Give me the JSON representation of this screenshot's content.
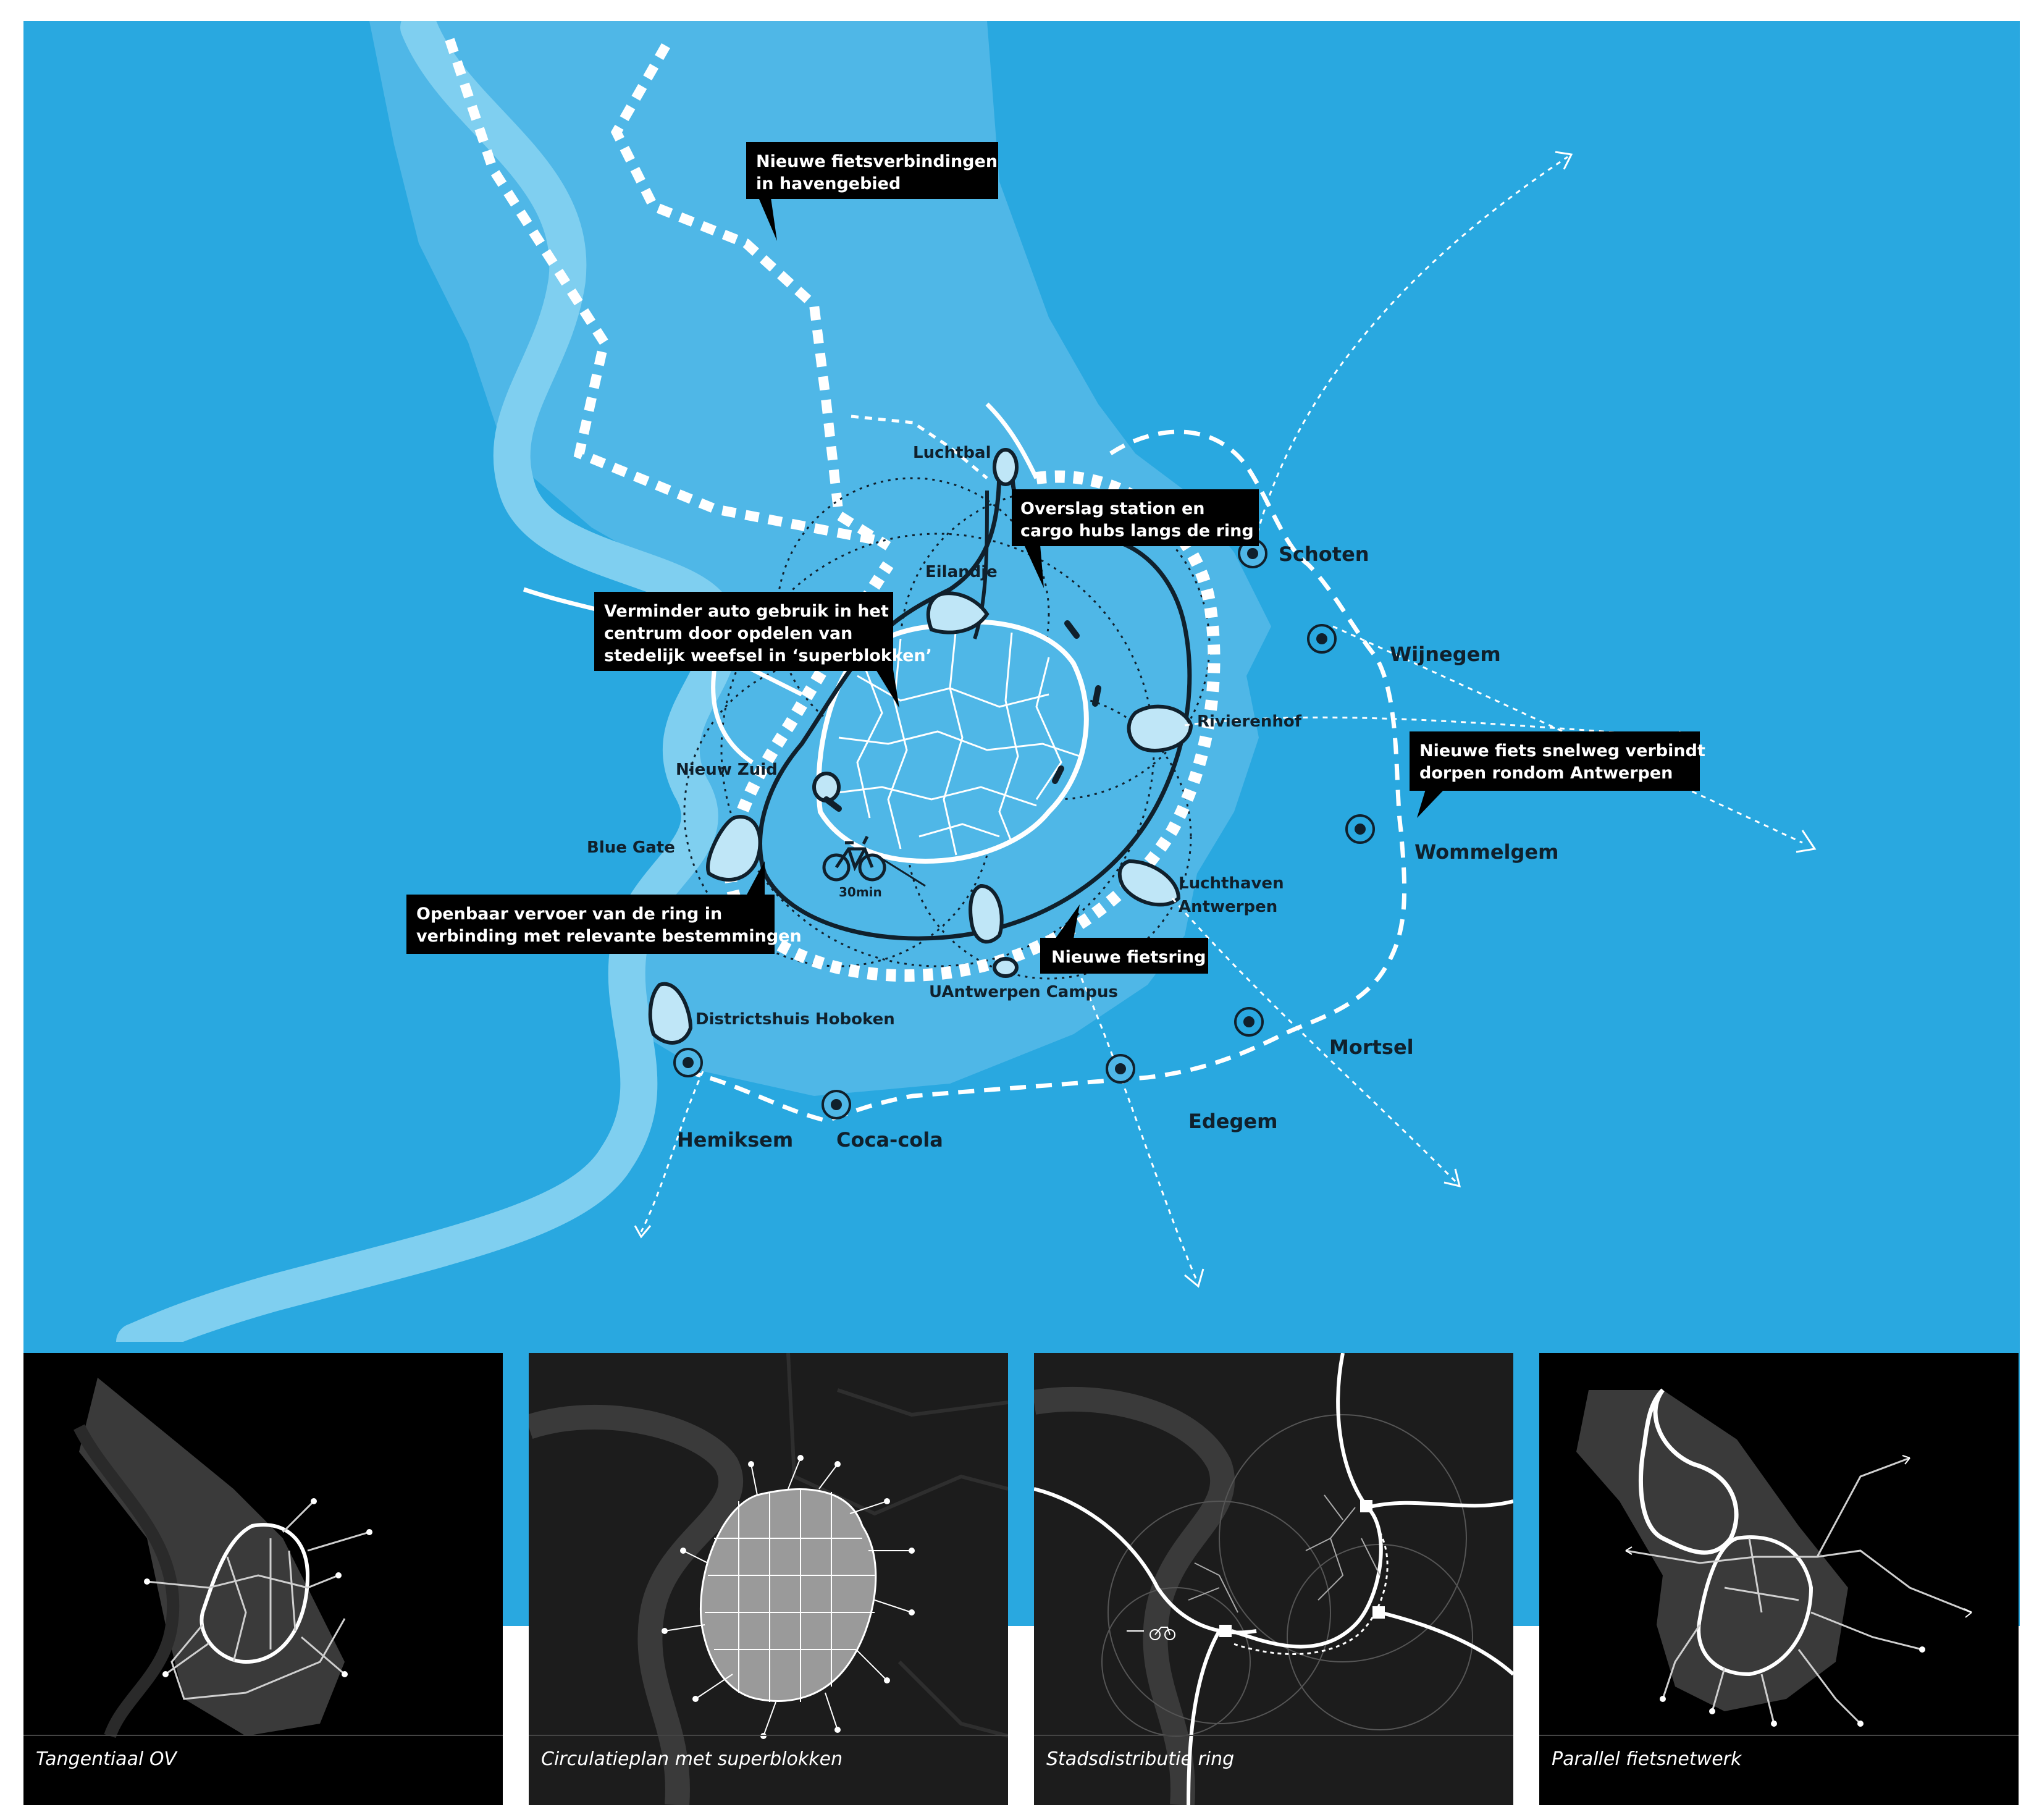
{
  "colors": {
    "water": "#29a8e0",
    "land": "#4fb7e7",
    "river": "#7fcff0",
    "ink": "#10202c",
    "white": "#ffffff",
    "panel_bg": "#000000"
  },
  "callouts": {
    "havengebied": [
      "Nieuwe fietsverbindingen",
      "in havengebied"
    ],
    "overslag": [
      "Overslag station en",
      "cargo hubs langs de ring"
    ],
    "superblokken": [
      "Verminder auto gebruik in het",
      "centrum door opdelen van",
      "stedelijk weefsel in ‘superblokken’"
    ],
    "fietssnelweg": [
      "Nieuwe fiets snelweg verbindt",
      "dorpen rondom Antwerpen"
    ],
    "openbaar_vervoer": [
      "Openbaar vervoer van de ring in",
      "verbinding met relevante bestemmingen"
    ],
    "fietsring": [
      "Nieuwe fietsring"
    ]
  },
  "places": {
    "luchtbal": "Luchtbal",
    "eilandje": "Eilandje",
    "rivierenhof": "Rivierenhof",
    "nieuw_zuid": "Nieuw Zuid",
    "blue_gate": "Blue Gate",
    "luchthaven": [
      "Luchthaven",
      "Antwerpen"
    ],
    "uantwerpen": "UAntwerpen Campus",
    "districtshuis": "Districtshuis Hoboken",
    "schoten": "Schoten",
    "wijnegem": "Wijnegem",
    "wommelgem": "Wommelgem",
    "mortsel": "Mortsel",
    "edegem": "Edegem",
    "hemiksem": "Hemiksem",
    "coca_cola": "Coca-cola"
  },
  "bike_time": "30min",
  "panels": [
    {
      "caption": "Tangentiaal OV"
    },
    {
      "caption": "Circulatieplan met superblokken"
    },
    {
      "caption": "Stadsdistributie ring"
    },
    {
      "caption": "Parallel fietsnetwerk"
    }
  ],
  "icons": [
    "bicycle-icon",
    "station-marker-icon",
    "arrow-icon"
  ]
}
